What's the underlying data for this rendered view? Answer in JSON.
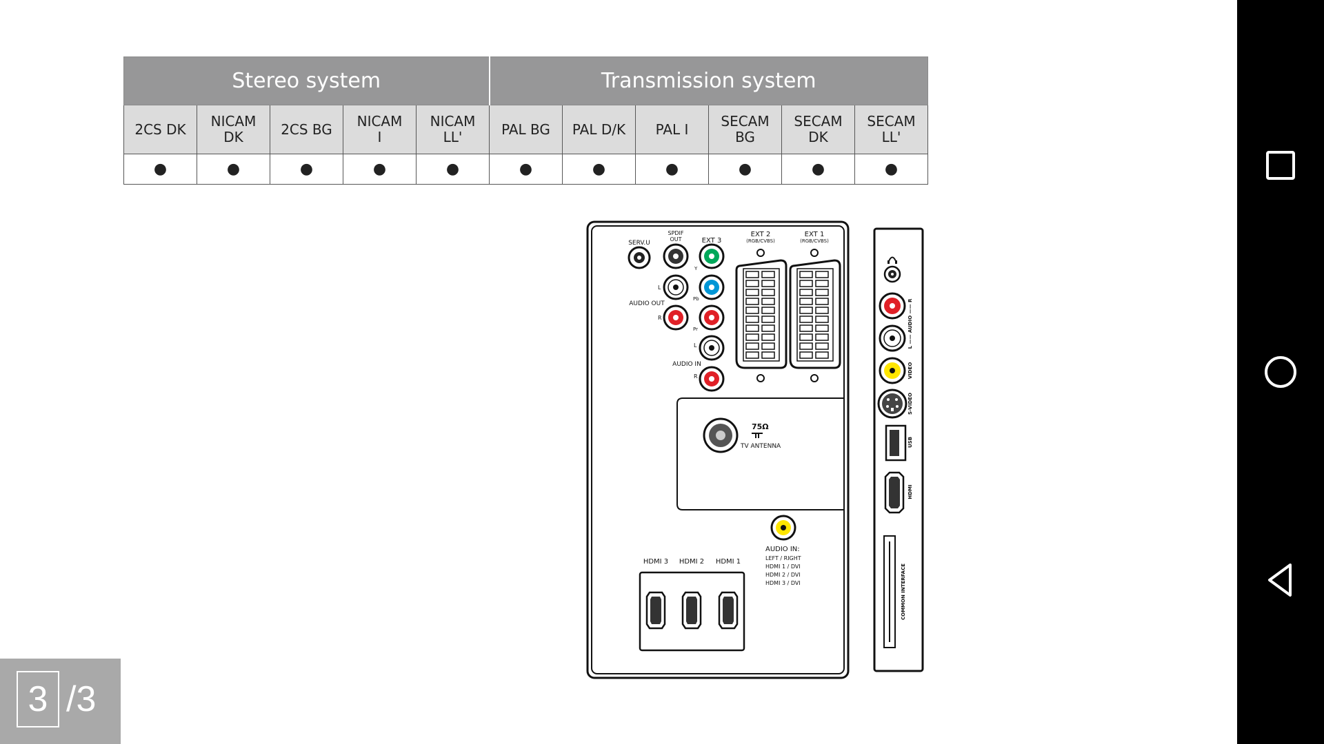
{
  "table": {
    "groups": [
      "Stereo system",
      "Transmission system"
    ],
    "columns": [
      [
        "2CS DK"
      ],
      [
        "NICAM",
        "DK"
      ],
      [
        "2CS BG"
      ],
      [
        "NICAM",
        "I"
      ],
      [
        "NICAM",
        "LL'"
      ],
      [
        "PAL BG"
      ],
      [
        "PAL D/K"
      ],
      [
        "PAL I"
      ],
      [
        "SECAM",
        "BG"
      ],
      [
        "SECAM",
        "DK"
      ],
      [
        "SECAM",
        "LL'"
      ]
    ],
    "row": [
      "●",
      "●",
      "●",
      "●",
      "●",
      "●",
      "●",
      "●",
      "●",
      "●",
      "●"
    ]
  },
  "rear_panel": {
    "serv_u": "SERV.U",
    "spdif_out_1": "SPDIF",
    "spdif_out_2": "OUT",
    "ext3": "EXT 3",
    "ext2": "EXT 2",
    "ext2_sub": "(RGB/CVBS)",
    "ext1": "EXT 1",
    "ext1_sub": "(RGB/CVBS)",
    "y": "Y",
    "pb": "Pb",
    "pr": "Pr",
    "l_out": "L",
    "r_out": "R",
    "audio_out": "AUDIO OUT",
    "l_in": "L",
    "r_in": "R",
    "audio_in": "AUDIO IN",
    "ohm": "75Ω",
    "tv_antenna": "TV ANTENNA",
    "audio_in_title": "AUDIO IN:",
    "audio_in_lines": [
      "LEFT / RIGHT",
      "HDMI 1 / DVI",
      "HDMI 2 / DVI",
      "HDMI 3 / DVI"
    ],
    "hdmi3": "HDMI 3",
    "hdmi2": "HDMI 2",
    "hdmi1": "HDMI 1"
  },
  "side_panel": {
    "audio": "L —— AUDIO —— R",
    "video": "VIDEO",
    "svideo": "S-VIDEO",
    "usb": "USB",
    "hdmi": "HDMI",
    "common_interface": "COMMON INTERFACE"
  },
  "pager": {
    "current": "3",
    "total": "/3"
  },
  "colors": {
    "table_header": "#979798",
    "table_subheader": "#dcdcdc",
    "rca_red": "#e02027",
    "rca_green": "#00a85a",
    "rca_blue": "#0096d6",
    "rca_yellow": "#ffe600",
    "pager_bg": "#a9a9a9",
    "nav_bar": "#000000"
  },
  "icons": {
    "recents": "square-icon",
    "home": "circle-icon",
    "back": "triangle-back-icon",
    "headphones": "headphones-icon"
  }
}
